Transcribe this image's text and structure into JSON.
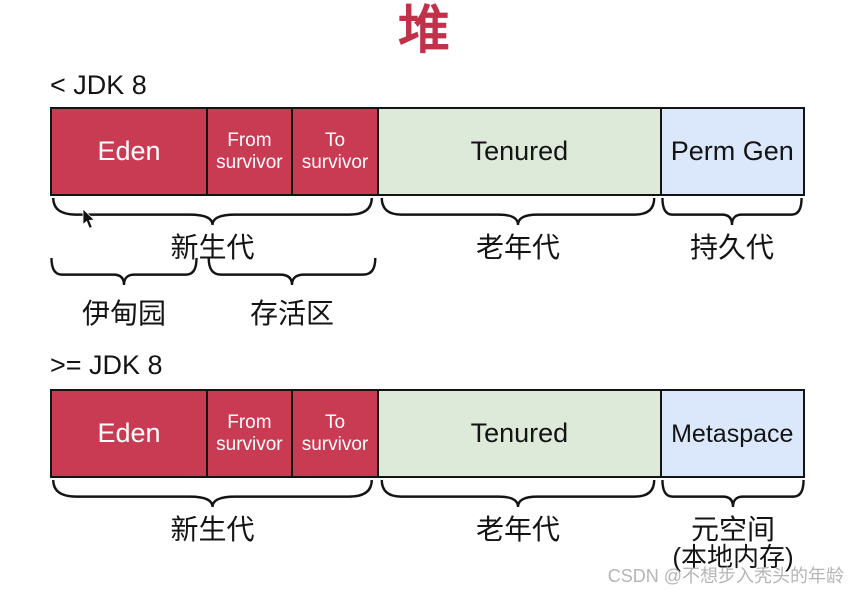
{
  "title": "堆",
  "colors": {
    "title_red": "#c2314a",
    "young_gen_red": "#c93b52",
    "old_gen_green": "#dde9d9",
    "perm_meta_blue": "#dbe7fa",
    "border_black": "#141414",
    "watermark_gray": "#b5b5b5"
  },
  "jdk7": {
    "heading": "< JDK 8",
    "segments": [
      {
        "label": "Eden"
      },
      {
        "label": "From survivor"
      },
      {
        "label": "To survivor"
      },
      {
        "label": "Tenured"
      },
      {
        "label": "Perm Gen"
      }
    ],
    "generation_labels": [
      "新生代",
      "老年代",
      "持久代"
    ],
    "sub_labels": [
      "伊甸园",
      "存活区"
    ]
  },
  "jdk8": {
    "heading": ">= JDK 8",
    "segments": [
      {
        "label": "Eden"
      },
      {
        "label": "From survivor"
      },
      {
        "label": "To survivor"
      },
      {
        "label": "Tenured"
      },
      {
        "label": "Metaspace"
      }
    ],
    "generation_labels": [
      "新生代",
      "老年代",
      "元空间"
    ],
    "metaspace_note": "(本地内存)"
  },
  "watermark": "CSDN @不想步入秃头的年龄"
}
